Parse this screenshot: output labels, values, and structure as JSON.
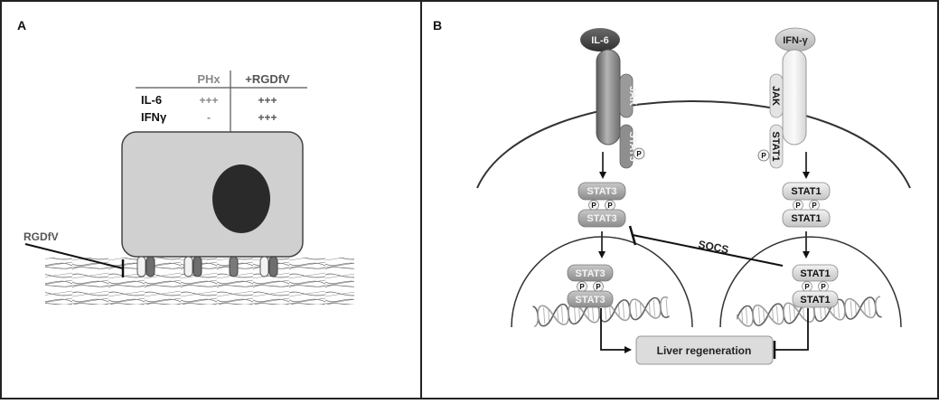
{
  "panels": {
    "a_letter": "A",
    "b_letter": "B"
  },
  "panel_a": {
    "table": {
      "col1": "PHx",
      "col2": "+RGDfV",
      "rows": [
        {
          "label": "IL-6",
          "phx": "+++",
          "rgdfv": "+++"
        },
        {
          "label": "IFNγ",
          "phx": "-",
          "rgdfv": "+++"
        }
      ]
    },
    "inhibitor_label": "RGDfV"
  },
  "panel_b": {
    "ligands": {
      "il6": "IL-6",
      "ifng": "IFN-γ"
    },
    "receptor_labels": {
      "jak_left": "JAK",
      "stat3": "STAT3",
      "jak_right": "JAK",
      "stat1": "STAT1",
      "p": "P"
    },
    "dimers": {
      "stat3_top": "STAT3",
      "stat3_bottom": "STAT3",
      "stat1_top": "STAT1",
      "stat1_bottom": "STAT1",
      "p": "P"
    },
    "socs_label": "SOCS",
    "outcome": "Liver regeneration"
  },
  "colors": {
    "frame": "#222222",
    "cell_fill": "#d0d0d0",
    "nucleus": "#2a2a2a",
    "dark_ligand": "#4a4a4a",
    "light_ligand": "#c9c9c9",
    "outcome_box": "#dcdcdc"
  }
}
